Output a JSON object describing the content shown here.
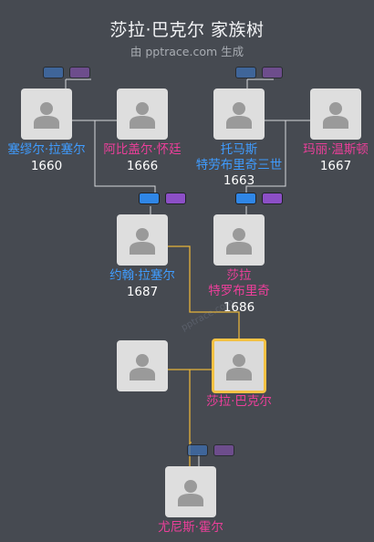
{
  "header": {
    "title": "莎拉·巴克尔 家族树",
    "subtitle": "由 pptrace.com 生成"
  },
  "people": {
    "samuel": {
      "name": "塞缪尔·拉塞尔",
      "year": "1660"
    },
    "abigail": {
      "name": "阿比盖尔·怀廷",
      "year": "1666"
    },
    "thomas": {
      "name_line1": "托马斯",
      "name_line2": "特劳布里奇三世",
      "year": "1663"
    },
    "mary": {
      "name": "玛丽·温斯顿",
      "year": "1667"
    },
    "john": {
      "name": "约翰·拉塞尔",
      "year": "1687"
    },
    "sarah_t": {
      "name_line1": "莎拉",
      "name_line2": "特罗布里奇",
      "year": "1686"
    },
    "spouse": {
      "name": ""
    },
    "sarah_b": {
      "name": "莎拉·巴克尔"
    },
    "eunice": {
      "name": "尤尼斯·霍尔"
    }
  },
  "watermark": "pptrace.com",
  "colors": {
    "background": "#464a51",
    "male": "#3f9cff",
    "female": "#ec3f9a",
    "highlight_line": "#e6b33a",
    "line": "#d6d8dc",
    "selected_border": "#f5c243"
  },
  "icons": {
    "portrait": "person-silhouette-icon",
    "male_marker": "blue-pill-icon",
    "female_marker": "purple-pill-icon"
  }
}
